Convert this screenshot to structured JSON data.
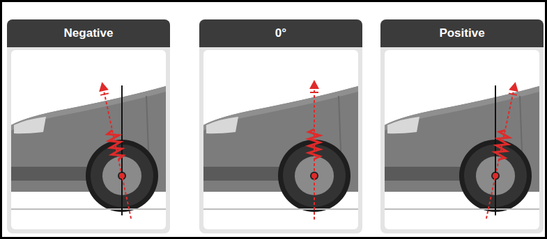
{
  "diagram": {
    "nodes": [
      {
        "text": [
          "Negative"
        ]
      },
      {
        "text": [
          "0°"
        ]
      },
      {
        "text": [
          "Positive"
        ]
      }
    ]
  }
}
